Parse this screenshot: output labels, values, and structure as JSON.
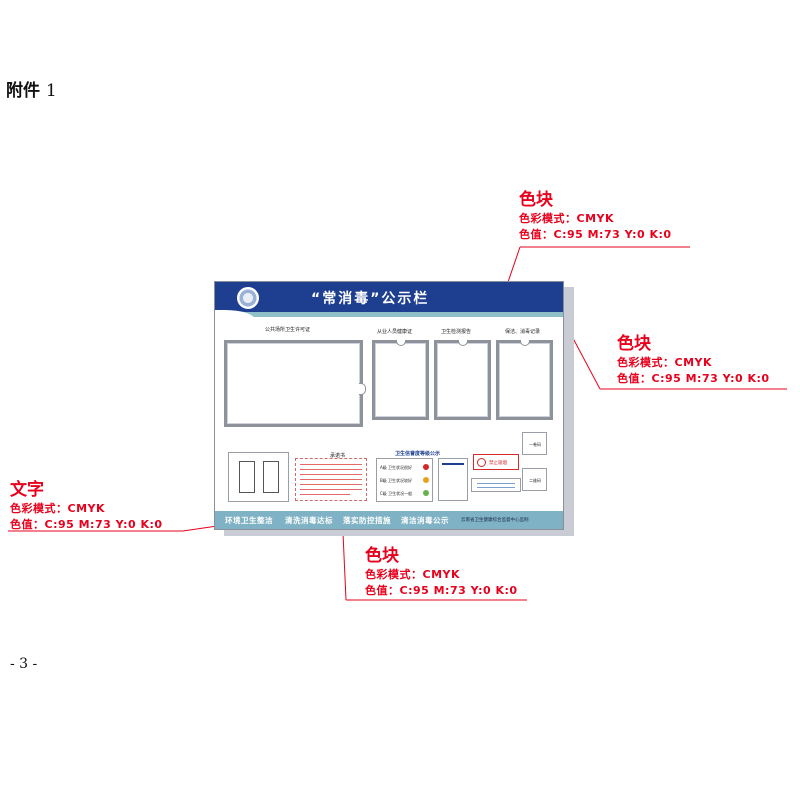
{
  "attachment": {
    "label": "附件",
    "number": "1"
  },
  "page_number": "- 3 -",
  "board": {
    "title": "“常消毒”公示栏",
    "license_label": "公共场所卫生许可证",
    "cert_labels": [
      "从业人员健康证",
      "卫生检测报告",
      "保洁、消毒记录"
    ],
    "notice_label": "承诺书",
    "grade_title": "卫生信誉度等级公示",
    "grade_items": [
      "A级 卫生状况很好",
      "B级 卫生状况较好",
      "C级 卫生状况一般"
    ],
    "no_smoking_label": "禁止吸烟",
    "slot_labels": [
      "一卷码",
      "二维码"
    ],
    "footer_slogan": [
      "环境卫生整洁",
      "清洗消毒达标",
      "落实防控措施",
      "清洁消毒公示"
    ],
    "footer_org": "云南省卫生健康综合监督中心监制",
    "colors": {
      "header": "#1e3f8f",
      "stripe": "#8fbfc9",
      "footer": "#7fb2c4",
      "callout": "#e8001c"
    }
  },
  "callouts": [
    {
      "title": "色块",
      "mode": "色彩模式：CMYK",
      "value": "色值：C:95  M:73  Y:0  K:0"
    },
    {
      "title": "色块",
      "mode": "色彩模式：CMYK",
      "value": "色值：C:95  M:73  Y:0  K:0"
    },
    {
      "title": "文字",
      "mode": "色彩模式：CMYK",
      "value": "色值：C:95  M:73  Y:0  K:0"
    },
    {
      "title": "色块",
      "mode": "色彩模式：CMYK",
      "value": "色值：C:95  M:73  Y:0  K:0"
    }
  ]
}
